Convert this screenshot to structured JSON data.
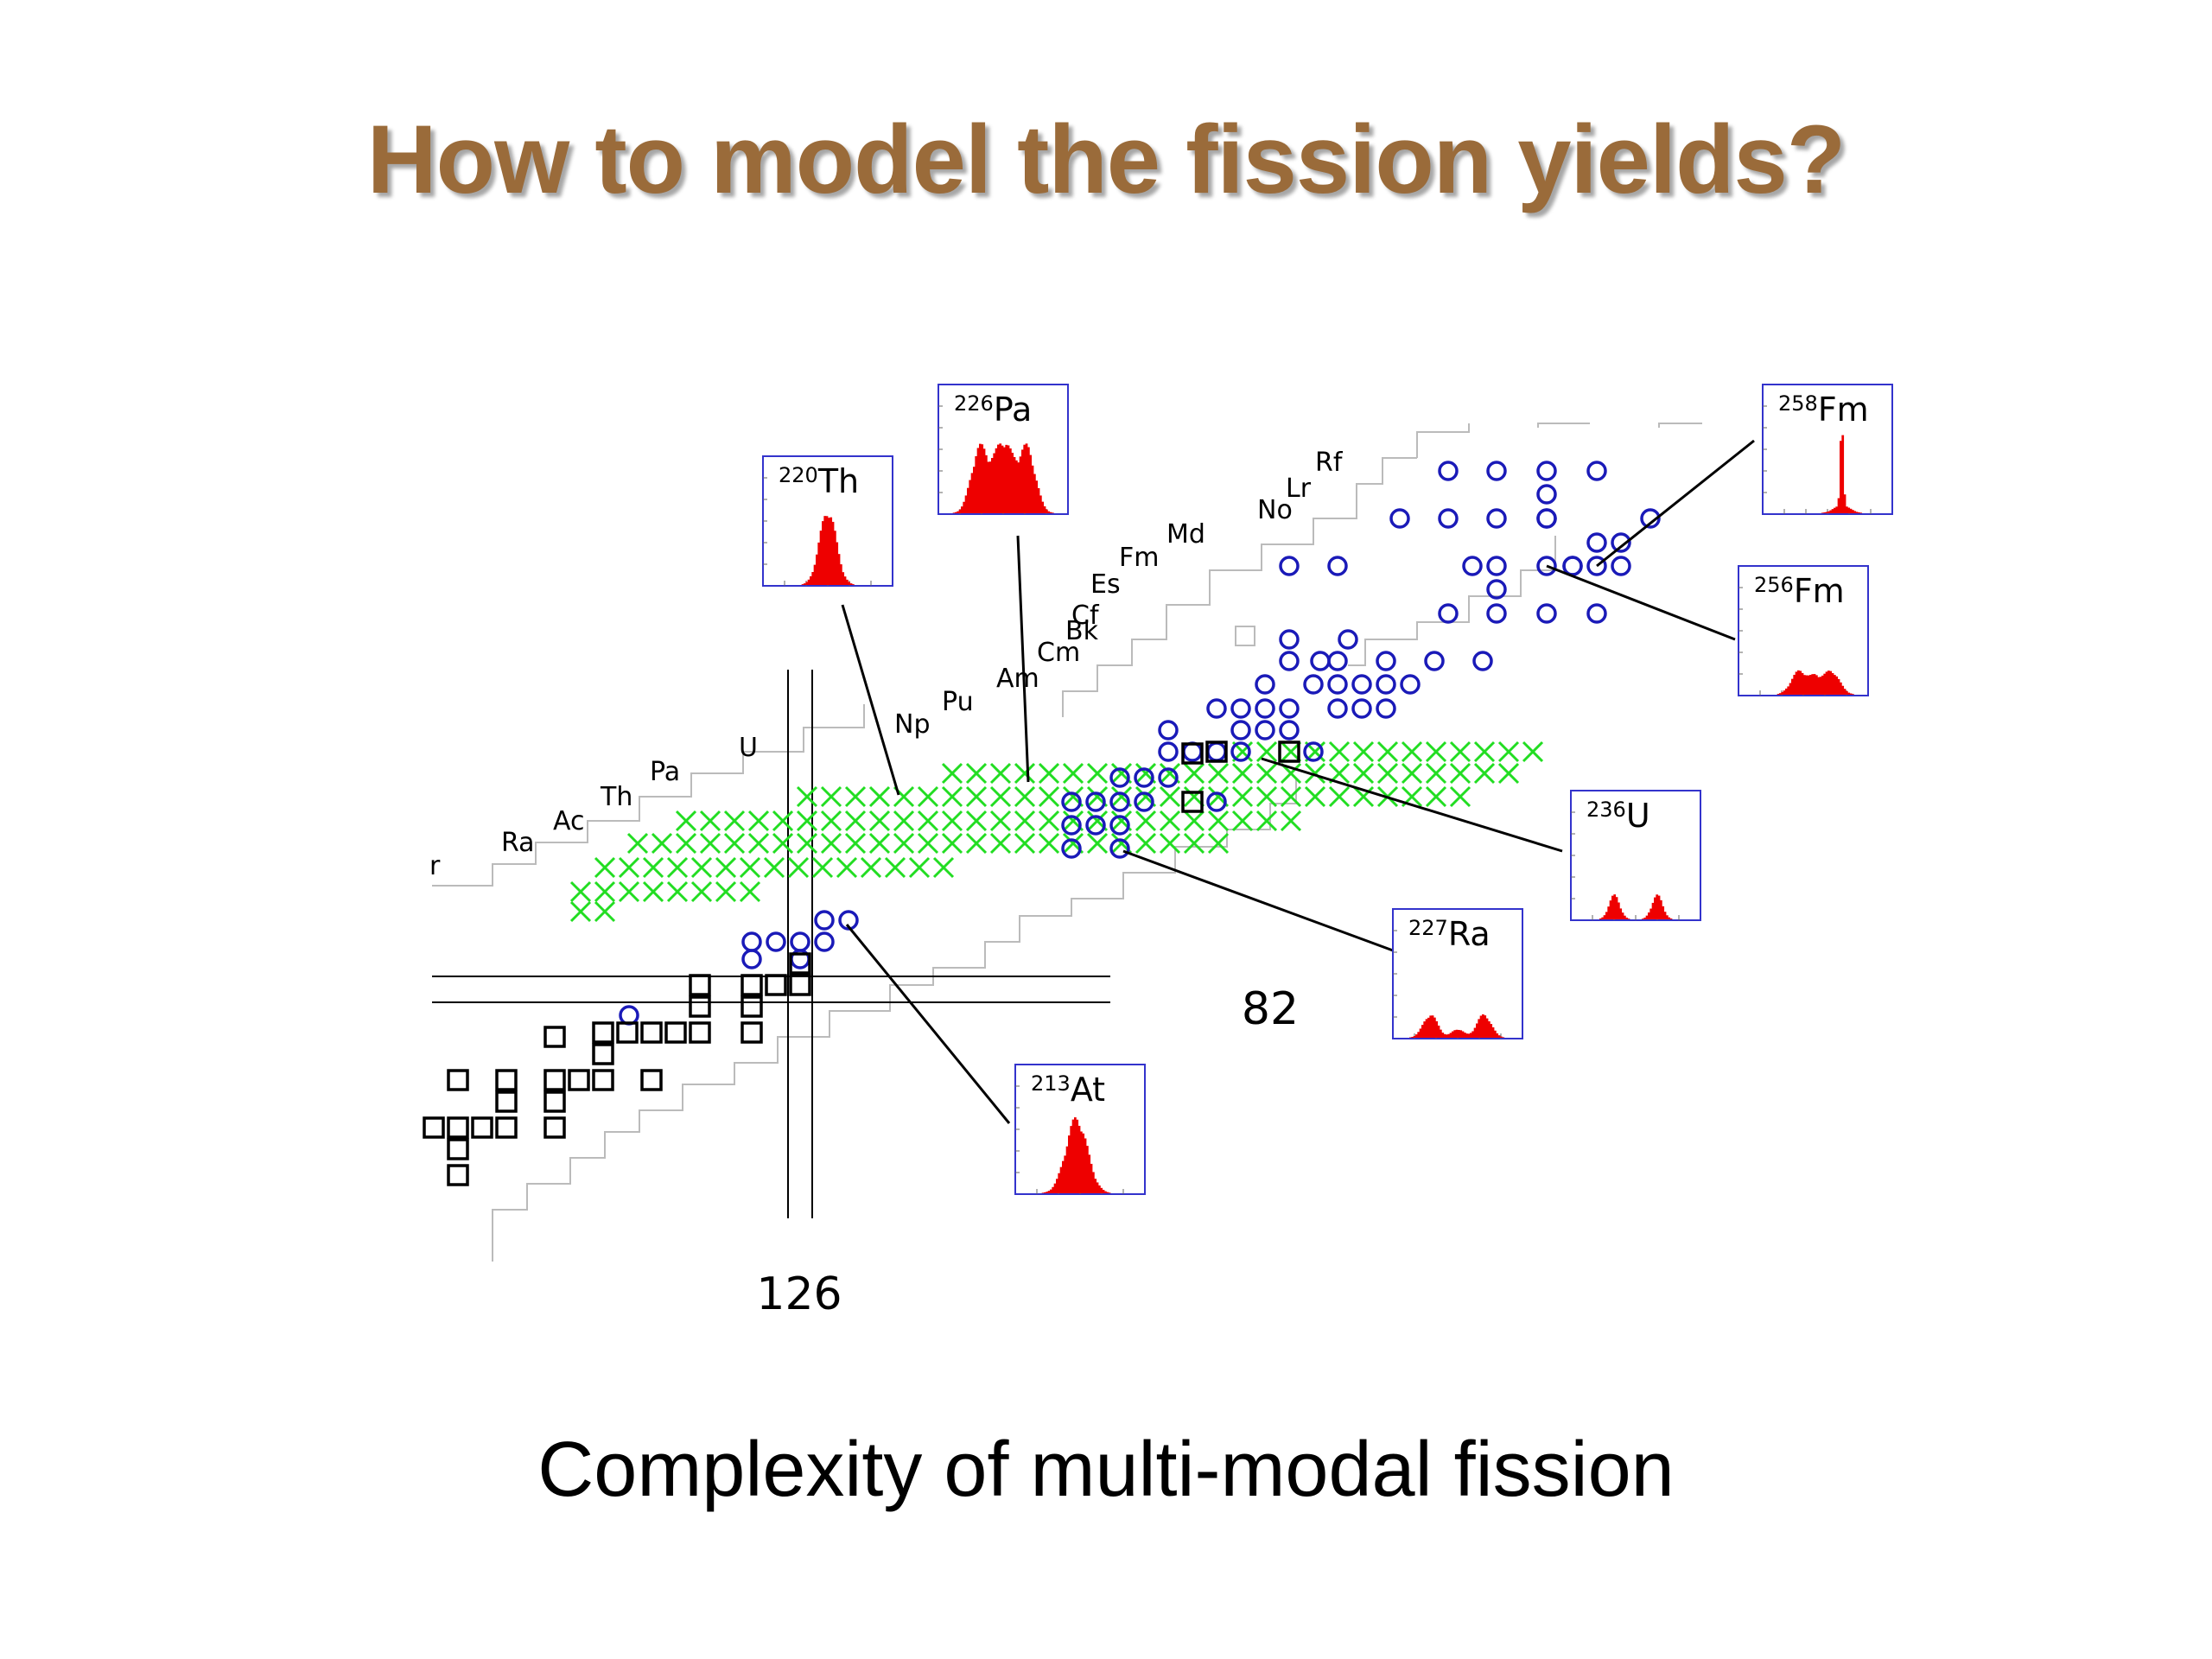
{
  "slide": {
    "title": "How to model the fission yields?",
    "caption": "Complexity of multi-modal fission"
  },
  "diagram": {
    "colors": {
      "cross": "#22dd22",
      "circle": "#1a1ab8",
      "square": "#000000",
      "histogram": "#ee0000",
      "inset_frame": "#3333cc",
      "outline": "#bbbbbb"
    },
    "magic_numbers": [
      "126",
      "82"
    ],
    "element_labels": [
      "r",
      "Ra",
      "Ac",
      "Th",
      "Pa",
      "U",
      "Np",
      "Pu",
      "Am",
      "Cm",
      "Bk",
      "Cf",
      "Es",
      "Fm",
      "Md",
      "No",
      "Lr",
      "Rf"
    ],
    "insets": [
      {
        "mass": "220",
        "element": "Th",
        "shape": "narrow single peak"
      },
      {
        "mass": "226",
        "element": "Pa",
        "shape": "broad triple hump"
      },
      {
        "mass": "258",
        "element": "Fm",
        "shape": "sharp single peak"
      },
      {
        "mass": "256",
        "element": "Fm",
        "shape": "double hump"
      },
      {
        "mass": "236",
        "element": "U",
        "shape": "double peak"
      },
      {
        "mass": "227",
        "element": "Ra",
        "shape": "triple hump"
      },
      {
        "mass": "213",
        "element": "At",
        "shape": "single peak"
      }
    ]
  }
}
